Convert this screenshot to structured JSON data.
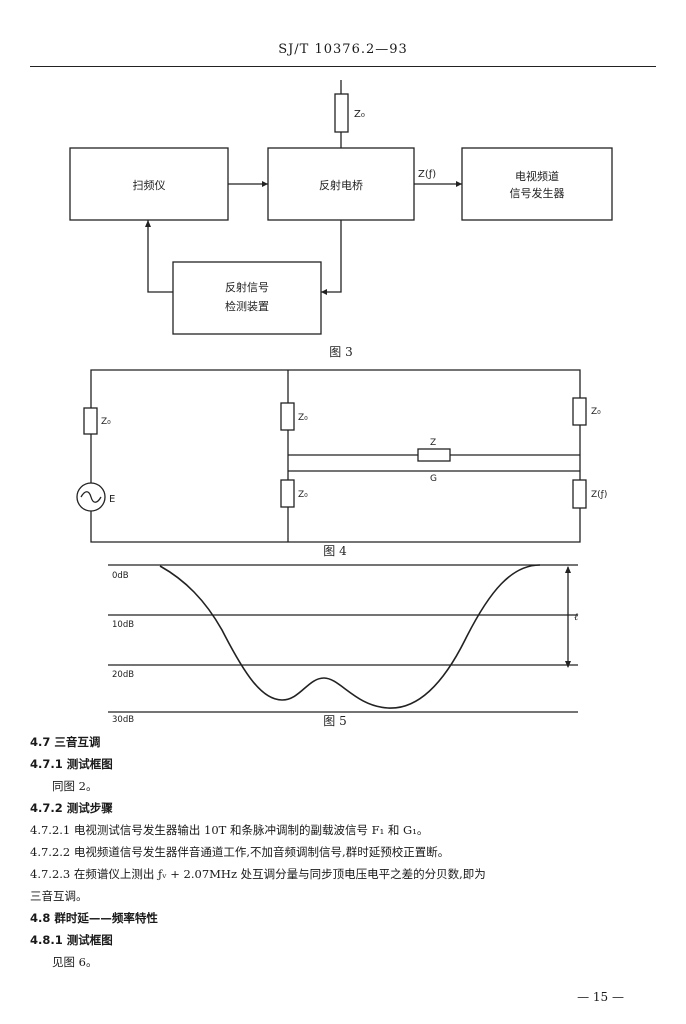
{
  "header": {
    "standard_code": "SJ/T 10376.2—93"
  },
  "figure3": {
    "caption": "图 3",
    "impedance_label": "Z₀",
    "z_f_label": "Z(ƒ)",
    "blocks": {
      "sweeper": "扫频仪",
      "bridge": "反射电桥",
      "generator": [
        "电视频道",
        "信号发生器"
      ],
      "detector": [
        "反射信号",
        "检测装置"
      ]
    }
  },
  "figure4": {
    "caption": "图 4",
    "labels": {
      "z_left": "Z₀",
      "e": "E",
      "z_mid_top": "Z₀",
      "z_mid_bottom": "Z₀",
      "z_line": "Z",
      "g": "G",
      "z_right_top": "Z₀",
      "z_right_bottom": "Z(ƒ)"
    }
  },
  "figure5": {
    "caption": "图 5",
    "levels": [
      "0dB",
      "10dB",
      "20dB",
      "30dB"
    ],
    "span_label": "ℓ"
  },
  "body": [
    {
      "text": "4.7  三音互调",
      "bold": true
    },
    {
      "text": "4.7.1  测试框图",
      "bold": true
    },
    {
      "text": "同图 2。",
      "indent": true
    },
    {
      "text": "4.7.2  测试步骤",
      "bold": true
    },
    {
      "text": "4.7.2.1  电视测试信号发生器输出 10T 和条脉冲调制的副载波信号 F₁ 和 G₁。"
    },
    {
      "text": "4.7.2.2  电视频道信号发生器伴音通道工作,不加音频调制信号,群时延预校正置断。"
    },
    {
      "text": "4.7.2.3  在频谱仪上测出 ƒᵥ + 2.07MHz 处互调分量与同步顶电压电平之差的分贝数,即为"
    },
    {
      "text": "三音互调。"
    },
    {
      "text": "4.8  群时延——频率特性",
      "bold": true
    },
    {
      "text": "4.8.1  测试框图",
      "bold": true
    },
    {
      "text": "见图 6。",
      "indent": true
    }
  ],
  "footer": {
    "page_number": "— 15 —"
  }
}
